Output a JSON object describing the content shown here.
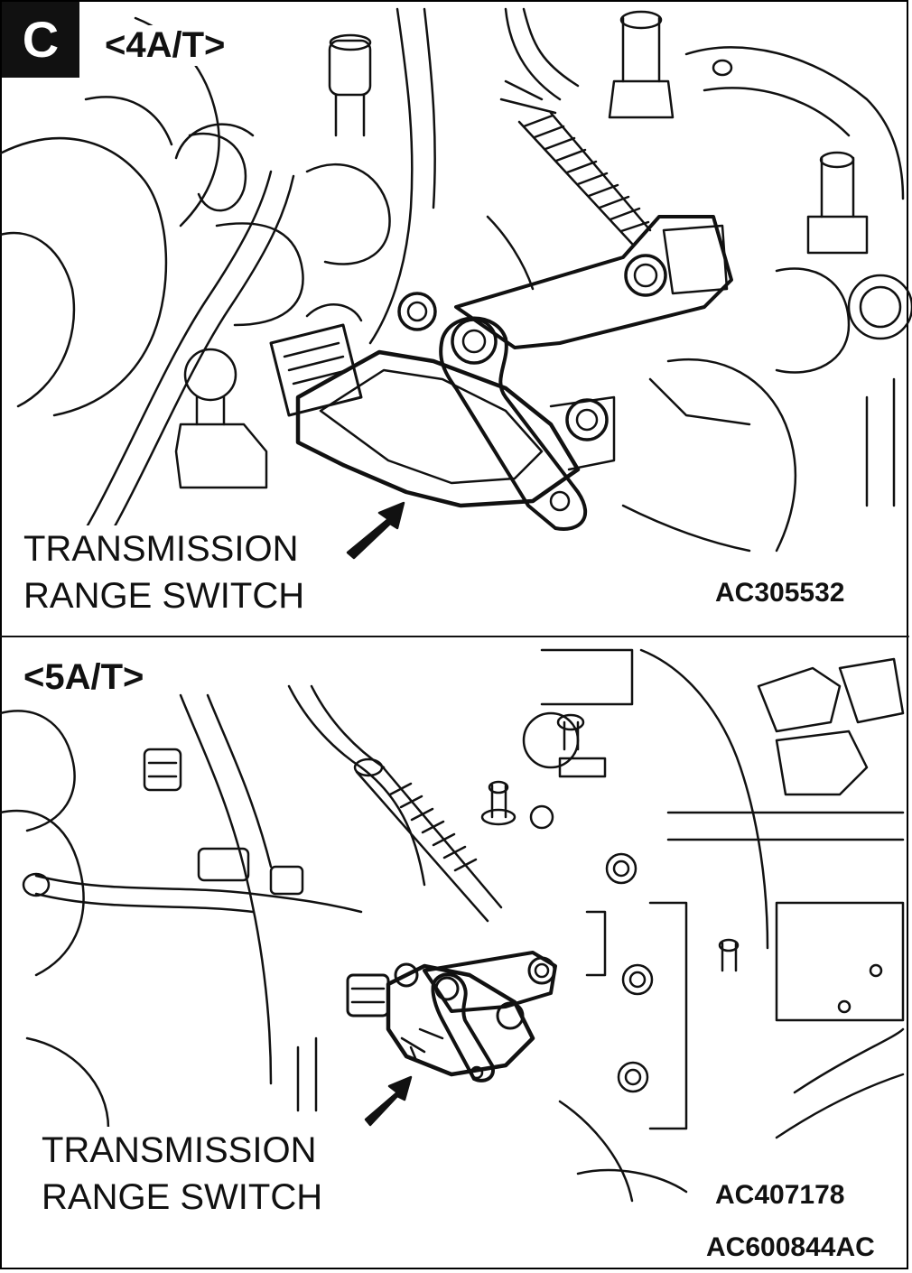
{
  "badge": "C",
  "panels": [
    {
      "label": "<4A/T>",
      "callout_line1": "TRANSMISSION",
      "callout_line2": "RANGE SWITCH",
      "code": "AC305532"
    },
    {
      "label": "<5A/T>",
      "callout_line1": "TRANSMISSION",
      "callout_line2": "RANGE SWITCH",
      "code": "AC407178"
    }
  ],
  "figure_code": "AC600844AC"
}
